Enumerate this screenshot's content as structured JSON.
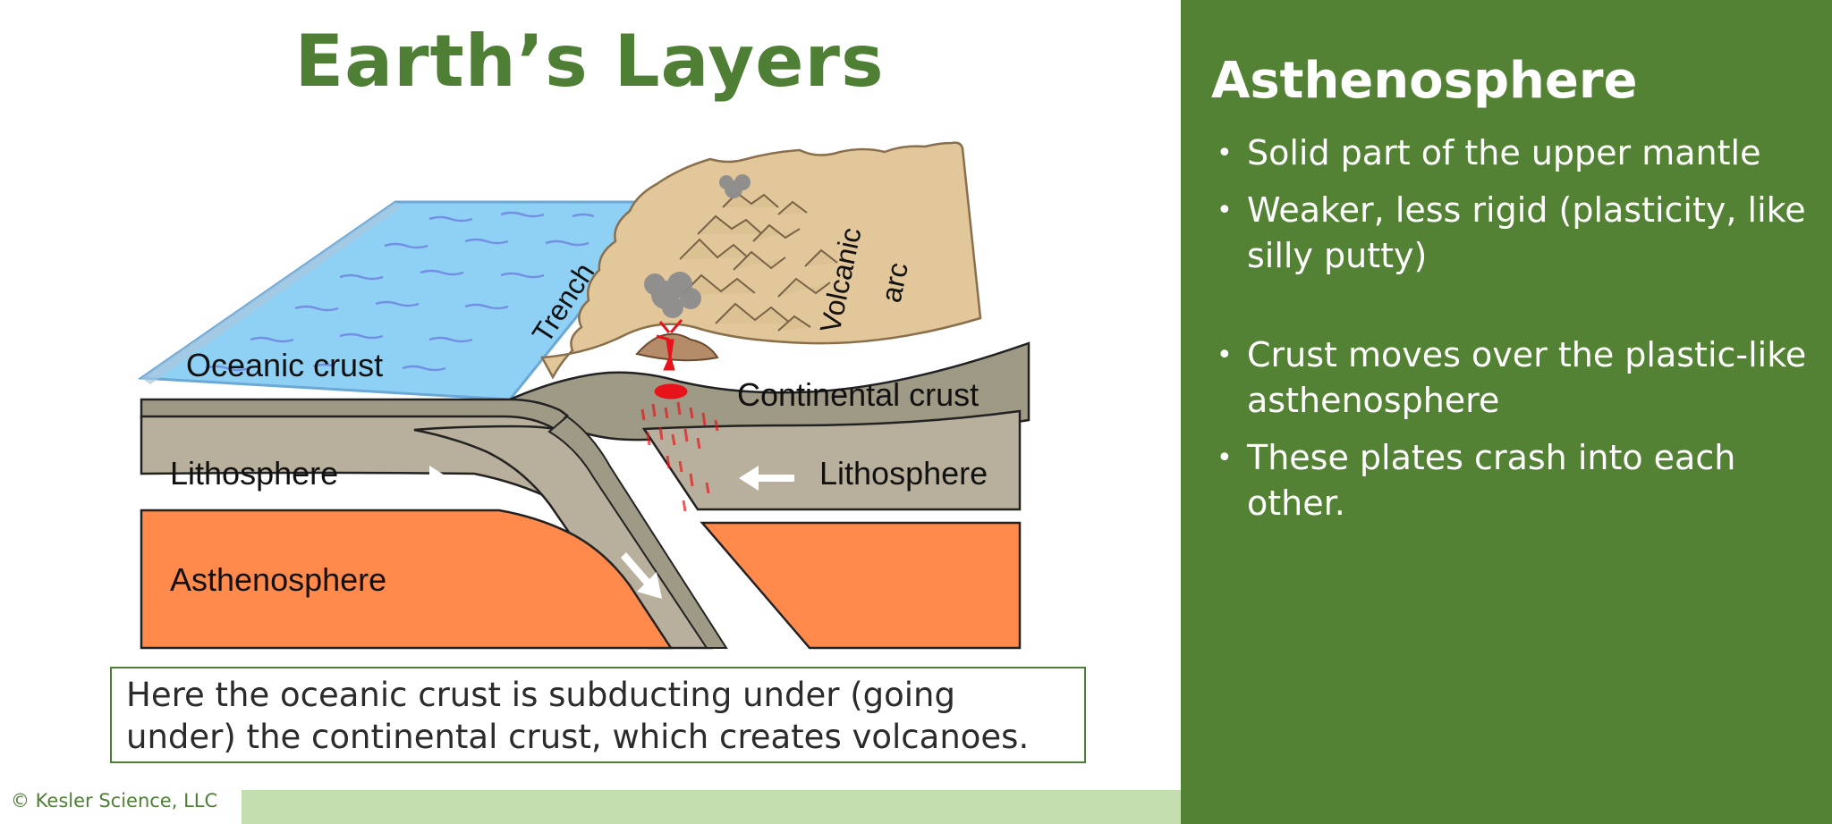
{
  "title": "Earth’s Layers",
  "diagram": {
    "labels": {
      "oceanic_crust": "Oceanic crust",
      "trench": "Trench",
      "volcanic": "Volcanic",
      "arc": "arc",
      "continental_crust": "Continental crust",
      "lithosphere_left": "Lithosphere",
      "lithosphere_right": "Lithosphere",
      "asthenosphere": "Asthenosphere"
    }
  },
  "caption": "Here the oceanic crust is subducting under (going under) the continental crust, which creates volcanoes.",
  "footer": {
    "copyright": "© Kesler Science, LLC"
  },
  "panel": {
    "heading": "Asthenosphere",
    "bullets": [
      "Solid part of the upper mantle",
      "Weaker, less rigid (plasticity, like silly putty)",
      "Crust moves over the plastic-like asthenosphere",
      "These plates crash into each other."
    ]
  },
  "colors": {
    "title_green": "#4e7f35",
    "panel_green": "#548235",
    "footer_bar": "#c5deb0",
    "ocean": "#8fd0f5",
    "land": "#e2c79a",
    "lithosphere": "#b8b09c",
    "asthenosphere": "#ff8a4c",
    "magma": "#e8131a"
  },
  "icons": [
    "arrow-right-icon",
    "arrow-left-icon",
    "arrow-down-right-icon",
    "volcano-icon",
    "ash-cloud-icon",
    "mountain-icon"
  ]
}
